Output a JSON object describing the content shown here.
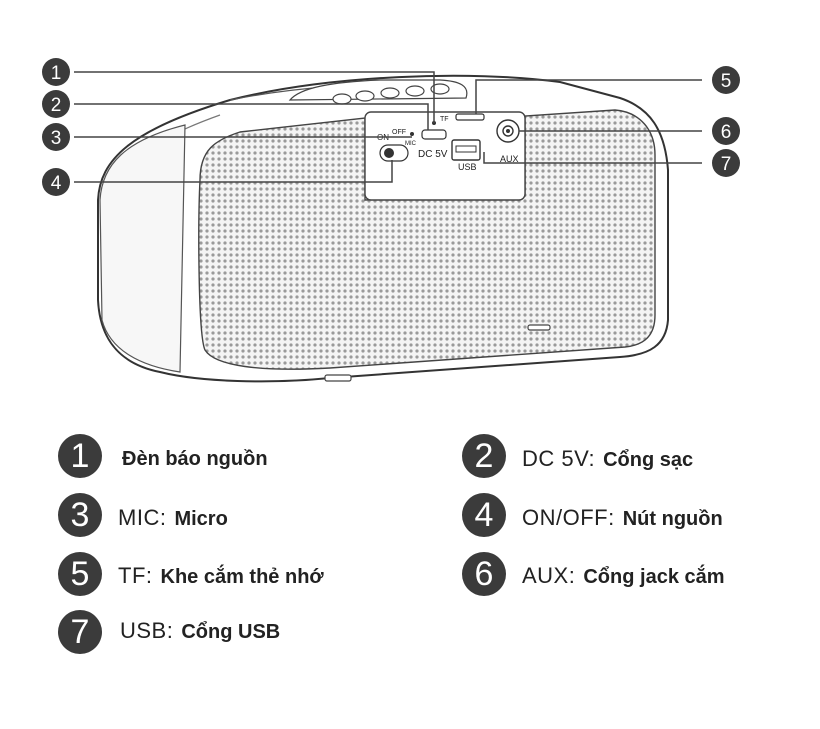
{
  "diagram": {
    "device_labels": {
      "on": "ON",
      "off": "OFF",
      "mic": "MIC",
      "dc5v": "DC 5V",
      "tf": "TF",
      "usb": "USB",
      "aux": "AUX"
    },
    "callouts": [
      {
        "num": "1"
      },
      {
        "num": "2"
      },
      {
        "num": "3"
      },
      {
        "num": "4"
      },
      {
        "num": "5"
      },
      {
        "num": "6"
      },
      {
        "num": "7"
      }
    ]
  },
  "legend": [
    {
      "num": "1",
      "code": "",
      "desc": "Đèn báo nguồn"
    },
    {
      "num": "2",
      "code": "DC 5V:",
      "desc": "Cổng sạc"
    },
    {
      "num": "3",
      "code": "MIC:",
      "desc": "Micro"
    },
    {
      "num": "4",
      "code": "ON/OFF:",
      "desc": "Nút nguồn"
    },
    {
      "num": "5",
      "code": "TF:",
      "desc": "Khe cắm thẻ nhớ"
    },
    {
      "num": "6",
      "code": "AUX:",
      "desc": "Cổng jack cắm"
    },
    {
      "num": "7",
      "code": "USB:",
      "desc": "Cổng USB"
    }
  ],
  "colors": {
    "badge": "#3b3b3b",
    "line": "#444444",
    "grille": "#bdbdbd"
  }
}
